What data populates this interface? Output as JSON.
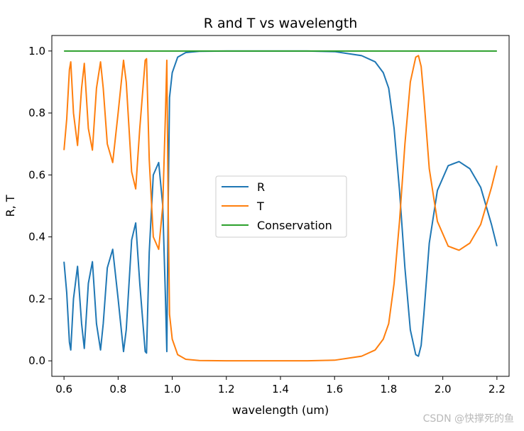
{
  "chart_data": {
    "type": "line",
    "title": "R and T vs wavelength",
    "xlabel": "wavelength (um)",
    "ylabel": "R, T",
    "xlim": [
      0.555,
      2.245
    ],
    "ylim": [
      -0.05,
      1.05
    ],
    "xticks": [
      "0.6",
      "0.8",
      "1.0",
      "1.2",
      "1.4",
      "1.6",
      "1.8",
      "2.0",
      "2.2"
    ],
    "yticks": [
      "0.0",
      "0.2",
      "0.4",
      "0.6",
      "0.8",
      "1.0"
    ],
    "grid": false,
    "legend_position": "center",
    "series": [
      {
        "name": "R",
        "color": "#1f77b4",
        "x": [
          0.6,
          0.61,
          0.62,
          0.625,
          0.635,
          0.65,
          0.665,
          0.675,
          0.69,
          0.705,
          0.72,
          0.735,
          0.745,
          0.76,
          0.78,
          0.8,
          0.82,
          0.83,
          0.85,
          0.865,
          0.88,
          0.9,
          0.905,
          0.915,
          0.93,
          0.95,
          0.965,
          0.975,
          0.98,
          0.985,
          0.99,
          1.0,
          1.02,
          1.05,
          1.1,
          1.2,
          1.3,
          1.4,
          1.5,
          1.6,
          1.7,
          1.75,
          1.78,
          1.8,
          1.82,
          1.84,
          1.86,
          1.88,
          1.9,
          1.91,
          1.92,
          1.93,
          1.95,
          1.98,
          2.02,
          2.06,
          2.1,
          2.14,
          2.18,
          2.2
        ],
        "y": [
          0.32,
          0.22,
          0.06,
          0.035,
          0.2,
          0.305,
          0.12,
          0.04,
          0.25,
          0.32,
          0.12,
          0.035,
          0.12,
          0.3,
          0.36,
          0.2,
          0.03,
          0.1,
          0.39,
          0.445,
          0.25,
          0.03,
          0.025,
          0.35,
          0.6,
          0.64,
          0.5,
          0.2,
          0.03,
          0.5,
          0.85,
          0.93,
          0.98,
          0.995,
          0.999,
          1.0,
          1.0,
          1.0,
          1.0,
          0.998,
          0.985,
          0.965,
          0.93,
          0.88,
          0.75,
          0.55,
          0.3,
          0.1,
          0.02,
          0.015,
          0.05,
          0.15,
          0.38,
          0.55,
          0.63,
          0.643,
          0.62,
          0.56,
          0.44,
          0.37
        ]
      },
      {
        "name": "T",
        "color": "#ff7f0e",
        "x": [
          0.6,
          0.61,
          0.62,
          0.625,
          0.635,
          0.65,
          0.665,
          0.675,
          0.69,
          0.705,
          0.72,
          0.735,
          0.745,
          0.76,
          0.78,
          0.8,
          0.82,
          0.83,
          0.85,
          0.865,
          0.88,
          0.9,
          0.905,
          0.915,
          0.93,
          0.95,
          0.965,
          0.975,
          0.98,
          0.985,
          0.99,
          1.0,
          1.02,
          1.05,
          1.1,
          1.2,
          1.3,
          1.4,
          1.5,
          1.6,
          1.7,
          1.75,
          1.78,
          1.8,
          1.82,
          1.84,
          1.86,
          1.88,
          1.9,
          1.91,
          1.92,
          1.93,
          1.95,
          1.98,
          2.02,
          2.06,
          2.1,
          2.14,
          2.18,
          2.2
        ],
        "y": [
          0.68,
          0.78,
          0.94,
          0.965,
          0.8,
          0.695,
          0.88,
          0.96,
          0.75,
          0.68,
          0.88,
          0.965,
          0.88,
          0.7,
          0.64,
          0.8,
          0.97,
          0.9,
          0.61,
          0.555,
          0.75,
          0.97,
          0.975,
          0.65,
          0.4,
          0.36,
          0.5,
          0.8,
          0.97,
          0.5,
          0.15,
          0.07,
          0.02,
          0.005,
          0.001,
          0.0,
          0.0,
          0.0,
          0.0,
          0.002,
          0.015,
          0.035,
          0.07,
          0.12,
          0.25,
          0.45,
          0.7,
          0.9,
          0.98,
          0.985,
          0.95,
          0.85,
          0.62,
          0.45,
          0.37,
          0.357,
          0.38,
          0.44,
          0.56,
          0.63
        ]
      },
      {
        "name": "Conservation",
        "color": "#2ca02c",
        "x": [
          0.6,
          2.2
        ],
        "y": [
          1.0,
          1.0
        ]
      }
    ]
  },
  "watermark": "CSDN @快撑死的鱼"
}
